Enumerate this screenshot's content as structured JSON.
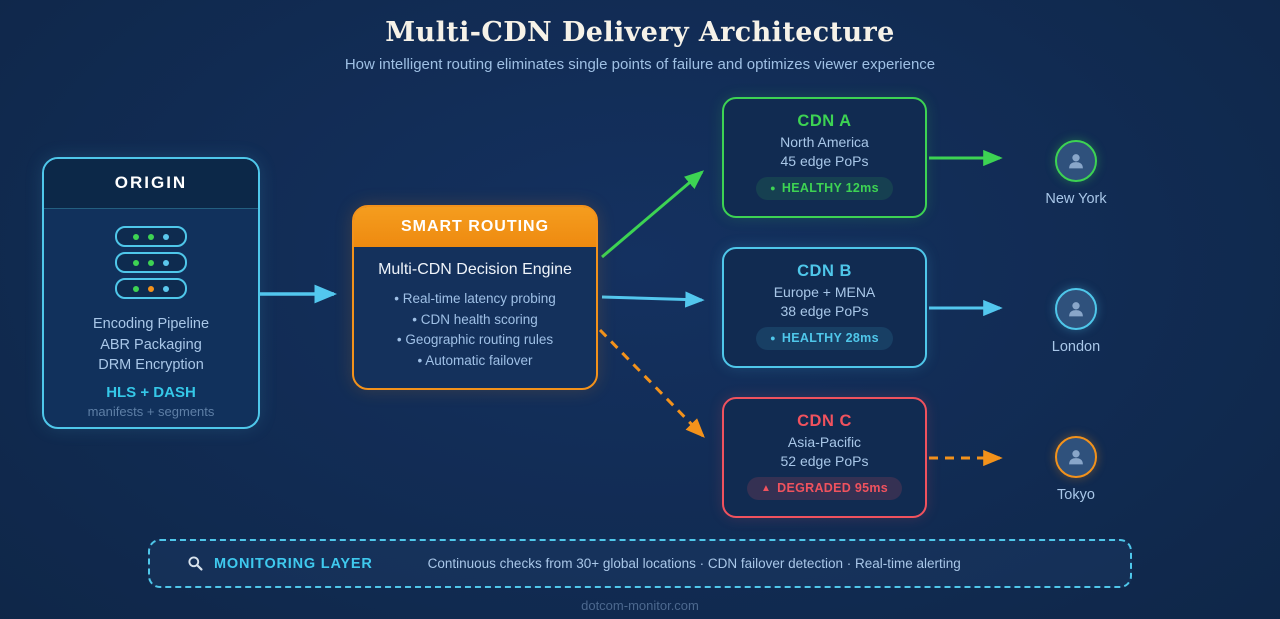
{
  "header": {
    "title": "Multi-CDN Delivery Architecture",
    "subtitle": "How intelligent routing eliminates single points of failure and optimizes viewer experience"
  },
  "origin": {
    "title": "ORIGIN",
    "features": {
      "line1": "Encoding Pipeline",
      "line2": "ABR Packaging",
      "line3": "DRM Encryption"
    },
    "protocols": "HLS + DASH",
    "protocols_note": "manifests + segments",
    "server_rows": [
      [
        "green",
        "green",
        "blue"
      ],
      [
        "green",
        "green",
        "blue"
      ],
      [
        "green",
        "orange",
        "blue"
      ]
    ]
  },
  "routing": {
    "title": "SMART ROUTING",
    "engine": "Multi-CDN Decision Engine",
    "bullets": {
      "b1": "• Real-time latency probing",
      "b2": "• CDN health scoring",
      "b3": "• Geographic routing rules",
      "b4": "• Automatic failover"
    }
  },
  "cdns": [
    {
      "name": "CDN A",
      "region": "North America",
      "pops": "45 edge PoPs",
      "status_icon": "●",
      "status": "HEALTHY 12ms",
      "state": "healthy",
      "color": "#3DD353"
    },
    {
      "name": "CDN B",
      "region": "Europe + MENA",
      "pops": "38 edge PoPs",
      "status_icon": "●",
      "status": "HEALTHY 28ms",
      "state": "healthy",
      "color": "#4FC7EA"
    },
    {
      "name": "CDN C",
      "region": "Asia-Pacific",
      "pops": "52 edge PoPs",
      "status_icon": "▲",
      "status": "DEGRADED 95ms",
      "state": "degraded",
      "color": "#F0525E"
    }
  ],
  "endpoints": [
    {
      "city": "New York",
      "color": "#3DD353"
    },
    {
      "city": "London",
      "color": "#4FC7EA"
    },
    {
      "city": "Tokyo",
      "color": "#F3921B"
    }
  ],
  "monitoring": {
    "icon": "magnifier-icon",
    "title": "MONITORING LAYER",
    "details": "Continuous checks from 30+ global locations · CDN failover detection · Real-time alerting"
  },
  "footer": "dotcom-monitor.com",
  "colors": {
    "background": "#0F2749",
    "cyan_accent": "#4FC7EA",
    "green_accent": "#3DD353",
    "orange_accent": "#F3921B",
    "red_accent": "#F0525E",
    "body_text": "#A9C7E8",
    "title_text": "#F6F2E8"
  }
}
